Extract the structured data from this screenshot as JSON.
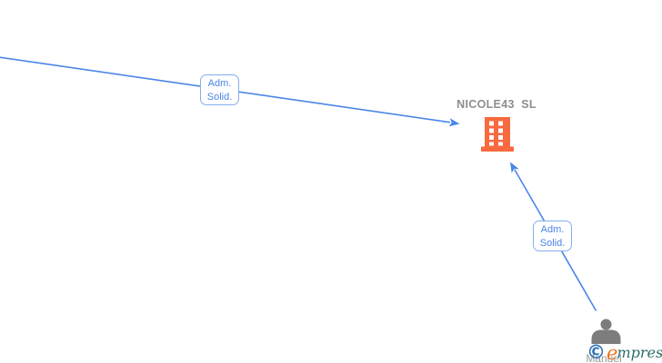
{
  "graph": {
    "company_node": {
      "name": "NICOLE43  SL"
    },
    "person_node": {
      "name": "Manuel"
    },
    "edge_labels": [
      {
        "line1": "Adm.",
        "line2": "Solid."
      },
      {
        "line1": "Adm.",
        "line2": "Solid."
      }
    ],
    "colors": {
      "edge_blue": "#4a86e8",
      "label_border_blue": "#85adf0",
      "label_text_blue": "#4a86e8",
      "building_orange": "#f8693f",
      "person_gray": "#7d7d7d",
      "company_name_gray": "#8e8e8e"
    }
  },
  "watermark": {
    "copyright_symbol": "©",
    "brand_initial": "e",
    "brand_rest": "mpresia",
    "copyright_blue": "#2f74b5",
    "brand_initial_orange": "#ee7420",
    "brand_rest_teal": "#2a6e67"
  }
}
